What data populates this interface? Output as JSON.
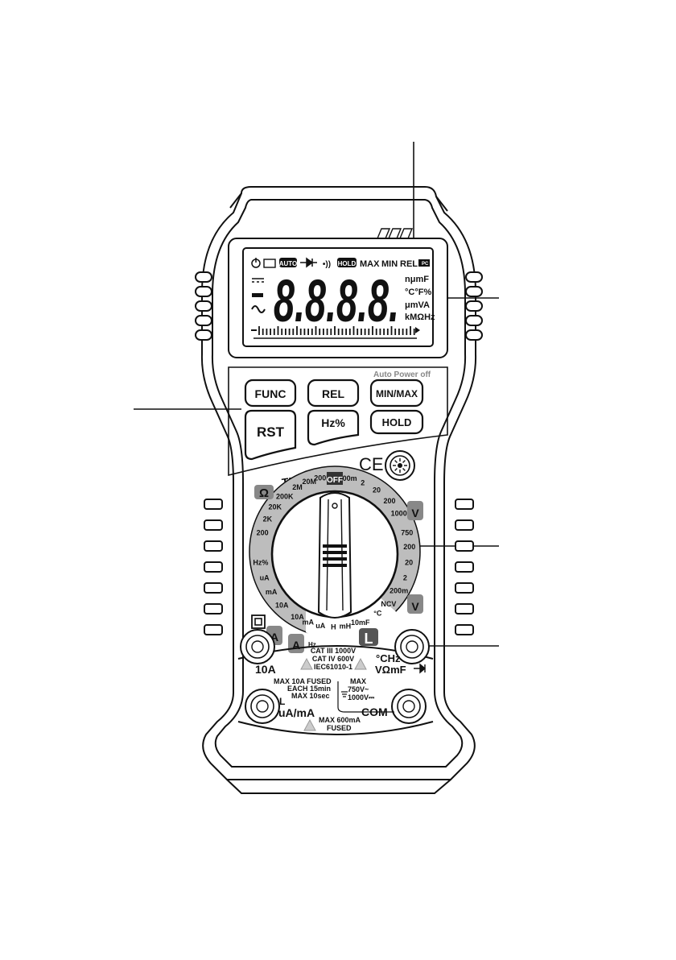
{
  "lcd": {
    "digits": "8.8.8.8.",
    "top_row": [
      "AUTO",
      "HOLD",
      "MAX",
      "MIN",
      "REL"
    ],
    "pc_badge": "PC",
    "units": [
      "nμmF",
      "°C°F%",
      "μmVA",
      "kMΩHz"
    ]
  },
  "buttons": {
    "func": "FUNC",
    "rel": "REL",
    "minmax": "MIN/MAX",
    "rst": "RST",
    "hz": "Hz%",
    "hold": "HOLD",
    "auto_power_off": "Auto Power off"
  },
  "panel": {
    "true_rms": "TRUE-RMS",
    "ce": "CE"
  },
  "dial": {
    "off": "OFF",
    "positions": [
      {
        "label": "200m",
        "angle": 10
      },
      {
        "label": "2",
        "angle": 22
      },
      {
        "label": "20",
        "angle": 34
      },
      {
        "label": "200",
        "angle": 47
      },
      {
        "label": "1000",
        "angle": 59
      },
      {
        "label": "750",
        "angle": 75
      },
      {
        "label": "200",
        "angle": 86
      },
      {
        "label": "20",
        "angle": 98
      },
      {
        "label": "2",
        "angle": 110
      },
      {
        "label": "200m",
        "angle": 121
      },
      {
        "label": "NCV",
        "angle": 134
      },
      {
        "label": "°C",
        "angle": 145
      },
      {
        "label": "10mF",
        "angle": 160
      },
      {
        "label": "mH",
        "angle": 172
      },
      {
        "label": "H",
        "angle": 181
      },
      {
        "label": "uA",
        "angle": 191
      },
      {
        "label": "mA",
        "angle": 201
      },
      {
        "label": "10A",
        "angle": 210
      },
      {
        "label": "10A",
        "angle": 225
      },
      {
        "label": "mA",
        "angle": 238
      },
      {
        "label": "uA",
        "angle": 250
      },
      {
        "label": "Hz%",
        "angle": 262
      },
      {
        "label": "200",
        "angle": 285
      },
      {
        "label": "2K",
        "angle": 296
      },
      {
        "label": "20K",
        "angle": 307
      },
      {
        "label": "200K",
        "angle": 318
      },
      {
        "label": "2M",
        "angle": 330
      },
      {
        "label": "20M",
        "angle": 340
      },
      {
        "label": "200M",
        "angle": 351
      }
    ],
    "symbols": {
      "ohm": "Ω",
      "v": "V",
      "a": "A",
      "l": "L",
      "hz_small": "Hz"
    }
  },
  "terminals": {
    "tenA": "10A",
    "com": "COM",
    "ua_ma": "uA/mA",
    "l": "L",
    "vomega": "VΩmF",
    "chz": "°CHz"
  },
  "ratings": {
    "cat1": "CAT III 1000V",
    "cat2": "CAT IV 600V",
    "iec": "IEC61010-1",
    "fuse10_1": "MAX 10A  FUSED",
    "fuse10_2": "EACH 15min",
    "fuse10_3": "MAX 10sec",
    "max": "MAX",
    "v750": "750V~",
    "v1000": "1000V⎓",
    "fuse600_1": "MAX  600mA",
    "fuse600_2": "FUSED"
  }
}
